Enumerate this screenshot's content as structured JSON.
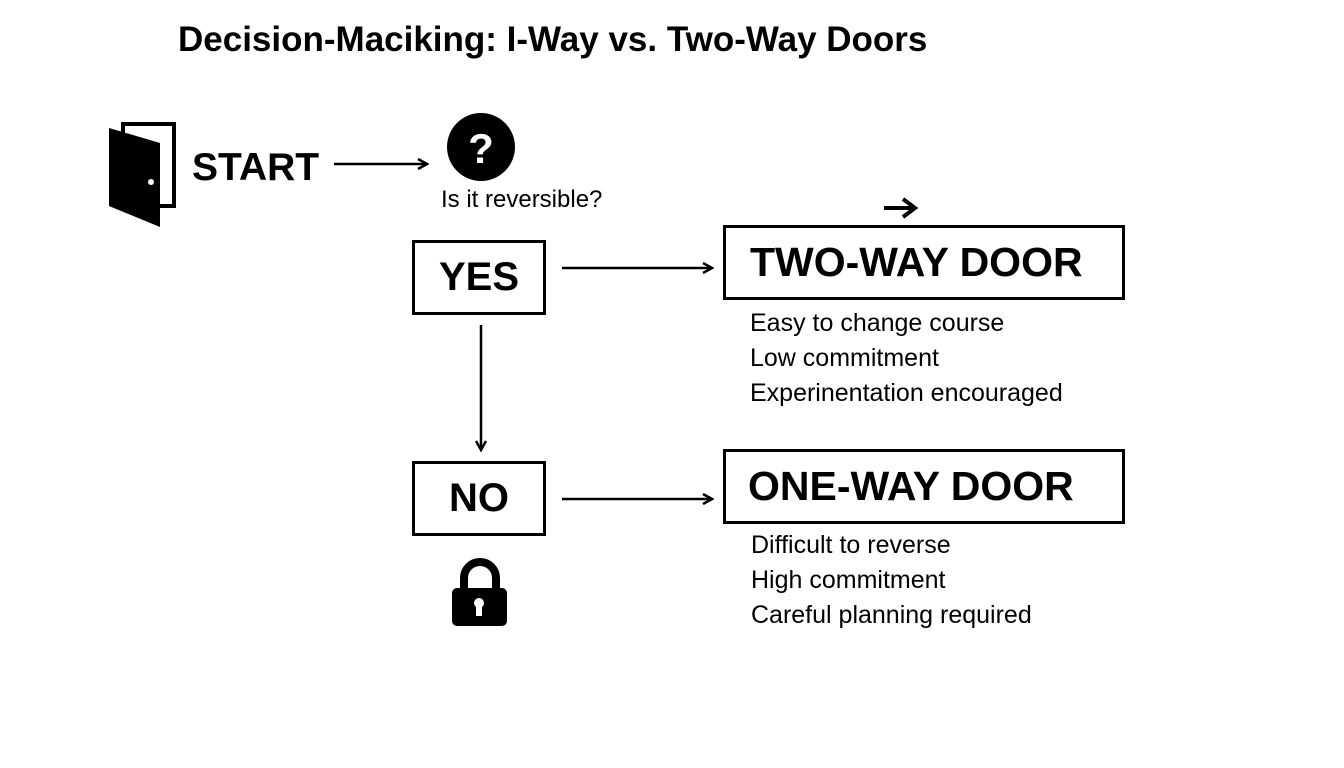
{
  "title": "Decision-Maciking: I-Way vs. Two-Way Doors",
  "start": {
    "label": "START",
    "icon": "door-open-icon"
  },
  "question": {
    "icon": "question-circle-icon",
    "label": "Is it reversible?"
  },
  "answers": {
    "yes": "YES",
    "no": "NO",
    "no_icon": "padlock-icon"
  },
  "outcomes": {
    "two_way": {
      "title": "TWO-WAY DOOR",
      "details": [
        "Easy to change course",
        "Low commitment",
        "Experinentation encouraged"
      ]
    },
    "one_way": {
      "title": "ONE-WAY DOOR",
      "details": [
        "Difficult to reverse",
        "High commitment",
        "Careful planning required"
      ]
    }
  },
  "colors": {
    "ink": "#000000",
    "background": "#ffffff"
  }
}
